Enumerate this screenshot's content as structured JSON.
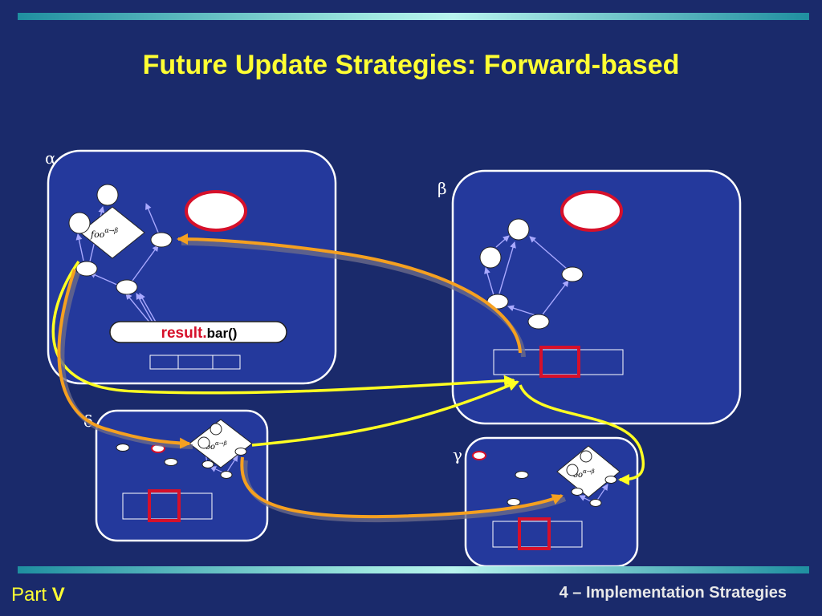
{
  "title": "Future Update Strategies: Forward-based",
  "footer": {
    "part_label": "Part",
    "part_number": "V",
    "section": "4 – Implementation Strategies"
  },
  "diagram": {
    "regions": {
      "alpha": "α",
      "beta": "β",
      "delta": "δ",
      "gamma": "γ"
    },
    "method_label": {
      "base": "foo",
      "superscript": "α→β"
    },
    "call": {
      "object": "result.",
      "method": "bar()"
    }
  },
  "colors": {
    "background": "#1a2a6b",
    "title": "#ffff33",
    "box_fill": "#24399c",
    "highlight_red": "#d6102a",
    "arrow_yellow": "#ffff22",
    "arrow_orange": "#f5a020",
    "edge": "#a9a9ff"
  }
}
